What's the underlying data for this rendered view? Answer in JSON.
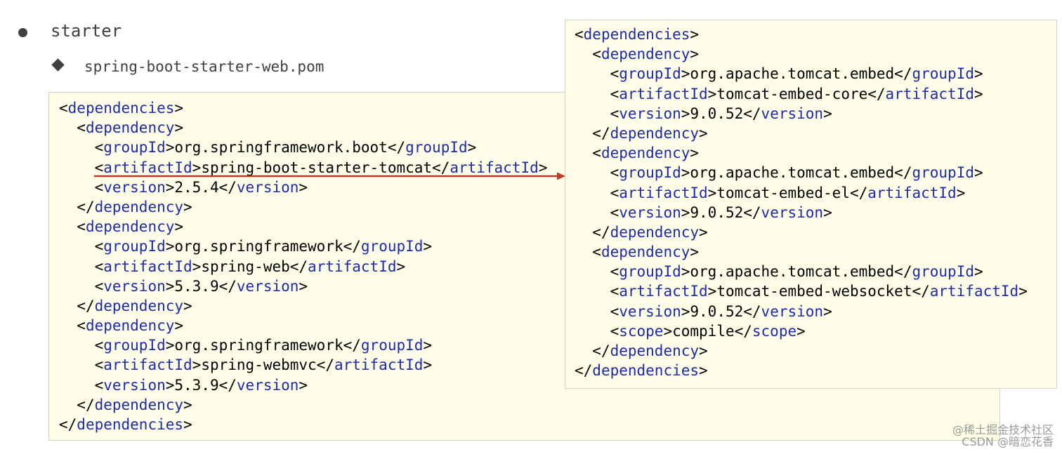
{
  "bullet": {
    "text": "starter"
  },
  "sub": {
    "text": "spring-boot-starter-web.pom"
  },
  "left_code": [
    {
      "indent": 0,
      "parts": [
        [
          "p",
          "<"
        ],
        [
          "t",
          "dependencies"
        ],
        [
          "p",
          ">"
        ]
      ]
    },
    {
      "indent": 1,
      "parts": [
        [
          "p",
          "<"
        ],
        [
          "t",
          "dependency"
        ],
        [
          "p",
          ">"
        ]
      ]
    },
    {
      "indent": 2,
      "parts": [
        [
          "p",
          "<"
        ],
        [
          "t",
          "groupId"
        ],
        [
          "p",
          ">org.springframework.boot</"
        ],
        [
          "t",
          "groupId"
        ],
        [
          "p",
          ">"
        ]
      ]
    },
    {
      "indent": 2,
      "parts": [
        [
          "p",
          "<"
        ],
        [
          "t",
          "artifactId"
        ],
        [
          "p",
          ">spring-boot-starter-tomcat</"
        ],
        [
          "t",
          "artifactId"
        ],
        [
          "p",
          ">"
        ]
      ]
    },
    {
      "indent": 2,
      "parts": [
        [
          "p",
          "<"
        ],
        [
          "t",
          "version"
        ],
        [
          "p",
          ">2.5.4</"
        ],
        [
          "t",
          "version"
        ],
        [
          "p",
          ">"
        ]
      ]
    },
    {
      "indent": 1,
      "parts": [
        [
          "p",
          "</"
        ],
        [
          "t",
          "dependency"
        ],
        [
          "p",
          ">"
        ]
      ]
    },
    {
      "indent": 1,
      "parts": [
        [
          "p",
          "<"
        ],
        [
          "t",
          "dependency"
        ],
        [
          "p",
          ">"
        ]
      ]
    },
    {
      "indent": 2,
      "parts": [
        [
          "p",
          "<"
        ],
        [
          "t",
          "groupId"
        ],
        [
          "p",
          ">org.springframework</"
        ],
        [
          "t",
          "groupId"
        ],
        [
          "p",
          ">"
        ]
      ]
    },
    {
      "indent": 2,
      "parts": [
        [
          "p",
          "<"
        ],
        [
          "t",
          "artifactId"
        ],
        [
          "p",
          ">spring-web</"
        ],
        [
          "t",
          "artifactId"
        ],
        [
          "p",
          ">"
        ]
      ]
    },
    {
      "indent": 2,
      "parts": [
        [
          "p",
          "<"
        ],
        [
          "t",
          "version"
        ],
        [
          "p",
          ">5.3.9</"
        ],
        [
          "t",
          "version"
        ],
        [
          "p",
          ">"
        ]
      ]
    },
    {
      "indent": 1,
      "parts": [
        [
          "p",
          "</"
        ],
        [
          "t",
          "dependency"
        ],
        [
          "p",
          ">"
        ]
      ]
    },
    {
      "indent": 1,
      "parts": [
        [
          "p",
          "<"
        ],
        [
          "t",
          "dependency"
        ],
        [
          "p",
          ">"
        ]
      ]
    },
    {
      "indent": 2,
      "parts": [
        [
          "p",
          "<"
        ],
        [
          "t",
          "groupId"
        ],
        [
          "p",
          ">org.springframework</"
        ],
        [
          "t",
          "groupId"
        ],
        [
          "p",
          ">"
        ]
      ]
    },
    {
      "indent": 2,
      "parts": [
        [
          "p",
          "<"
        ],
        [
          "t",
          "artifactId"
        ],
        [
          "p",
          ">spring-webmvc</"
        ],
        [
          "t",
          "artifactId"
        ],
        [
          "p",
          ">"
        ]
      ]
    },
    {
      "indent": 2,
      "parts": [
        [
          "p",
          "<"
        ],
        [
          "t",
          "version"
        ],
        [
          "p",
          ">5.3.9</"
        ],
        [
          "t",
          "version"
        ],
        [
          "p",
          ">"
        ]
      ]
    },
    {
      "indent": 1,
      "parts": [
        [
          "p",
          "</"
        ],
        [
          "t",
          "dependency"
        ],
        [
          "p",
          ">"
        ]
      ]
    },
    {
      "indent": 0,
      "parts": [
        [
          "p",
          "</"
        ],
        [
          "t",
          "dependencies"
        ],
        [
          "p",
          ">"
        ]
      ]
    }
  ],
  "right_code": [
    {
      "indent": 0,
      "parts": [
        [
          "p",
          "<"
        ],
        [
          "t",
          "dependencies"
        ],
        [
          "p",
          ">"
        ]
      ]
    },
    {
      "indent": 1,
      "parts": [
        [
          "p",
          "<"
        ],
        [
          "t",
          "dependency"
        ],
        [
          "p",
          ">"
        ]
      ]
    },
    {
      "indent": 2,
      "parts": [
        [
          "p",
          "<"
        ],
        [
          "t",
          "groupId"
        ],
        [
          "p",
          ">org.apache.tomcat.embed</"
        ],
        [
          "t",
          "groupId"
        ],
        [
          "p",
          ">"
        ]
      ]
    },
    {
      "indent": 2,
      "parts": [
        [
          "p",
          "<"
        ],
        [
          "t",
          "artifactId"
        ],
        [
          "p",
          ">tomcat-embed-core</"
        ],
        [
          "t",
          "artifactId"
        ],
        [
          "p",
          ">"
        ]
      ]
    },
    {
      "indent": 2,
      "parts": [
        [
          "p",
          "<"
        ],
        [
          "t",
          "version"
        ],
        [
          "p",
          ">9.0.52</"
        ],
        [
          "t",
          "version"
        ],
        [
          "p",
          ">"
        ]
      ]
    },
    {
      "indent": 1,
      "parts": [
        [
          "p",
          "</"
        ],
        [
          "t",
          "dependency"
        ],
        [
          "p",
          ">"
        ]
      ]
    },
    {
      "indent": 1,
      "parts": [
        [
          "p",
          "<"
        ],
        [
          "t",
          "dependency"
        ],
        [
          "p",
          ">"
        ]
      ]
    },
    {
      "indent": 2,
      "parts": [
        [
          "p",
          "<"
        ],
        [
          "t",
          "groupId"
        ],
        [
          "p",
          ">org.apache.tomcat.embed</"
        ],
        [
          "t",
          "groupId"
        ],
        [
          "p",
          ">"
        ]
      ]
    },
    {
      "indent": 2,
      "parts": [
        [
          "p",
          "<"
        ],
        [
          "t",
          "artifactId"
        ],
        [
          "p",
          ">tomcat-embed-el</"
        ],
        [
          "t",
          "artifactId"
        ],
        [
          "p",
          ">"
        ]
      ]
    },
    {
      "indent": 2,
      "parts": [
        [
          "p",
          "<"
        ],
        [
          "t",
          "version"
        ],
        [
          "p",
          ">9.0.52</"
        ],
        [
          "t",
          "version"
        ],
        [
          "p",
          ">"
        ]
      ]
    },
    {
      "indent": 1,
      "parts": [
        [
          "p",
          "</"
        ],
        [
          "t",
          "dependency"
        ],
        [
          "p",
          ">"
        ]
      ]
    },
    {
      "indent": 1,
      "parts": [
        [
          "p",
          "<"
        ],
        [
          "t",
          "dependency"
        ],
        [
          "p",
          ">"
        ]
      ]
    },
    {
      "indent": 2,
      "parts": [
        [
          "p",
          "<"
        ],
        [
          "t",
          "groupId"
        ],
        [
          "p",
          ">org.apache.tomcat.embed</"
        ],
        [
          "t",
          "groupId"
        ],
        [
          "p",
          ">"
        ]
      ]
    },
    {
      "indent": 2,
      "parts": [
        [
          "p",
          "<"
        ],
        [
          "t",
          "artifactId"
        ],
        [
          "p",
          ">tomcat-embed-websocket</"
        ],
        [
          "t",
          "artifactId"
        ],
        [
          "p",
          ">"
        ]
      ]
    },
    {
      "indent": 2,
      "parts": [
        [
          "p",
          "<"
        ],
        [
          "t",
          "version"
        ],
        [
          "p",
          ">9.0.52</"
        ],
        [
          "t",
          "version"
        ],
        [
          "p",
          ">"
        ]
      ]
    },
    {
      "indent": 2,
      "parts": [
        [
          "p",
          "<"
        ],
        [
          "t",
          "scope"
        ],
        [
          "p",
          ">compile</"
        ],
        [
          "t",
          "scope"
        ],
        [
          "p",
          ">"
        ]
      ]
    },
    {
      "indent": 1,
      "parts": [
        [
          "p",
          "</"
        ],
        [
          "t",
          "dependency"
        ],
        [
          "p",
          ">"
        ]
      ]
    },
    {
      "indent": 0,
      "parts": [
        [
          "p",
          "</"
        ],
        [
          "t",
          "dependencies"
        ],
        [
          "p",
          ">"
        ]
      ]
    }
  ],
  "watermark": {
    "line1": "@稀土掘金技术社区",
    "line2": "CSDN @暗恋花香"
  },
  "colors": {
    "tag": "#1f2aa5",
    "arrow": "#c0392b",
    "code_bg": "#fdfde8"
  }
}
